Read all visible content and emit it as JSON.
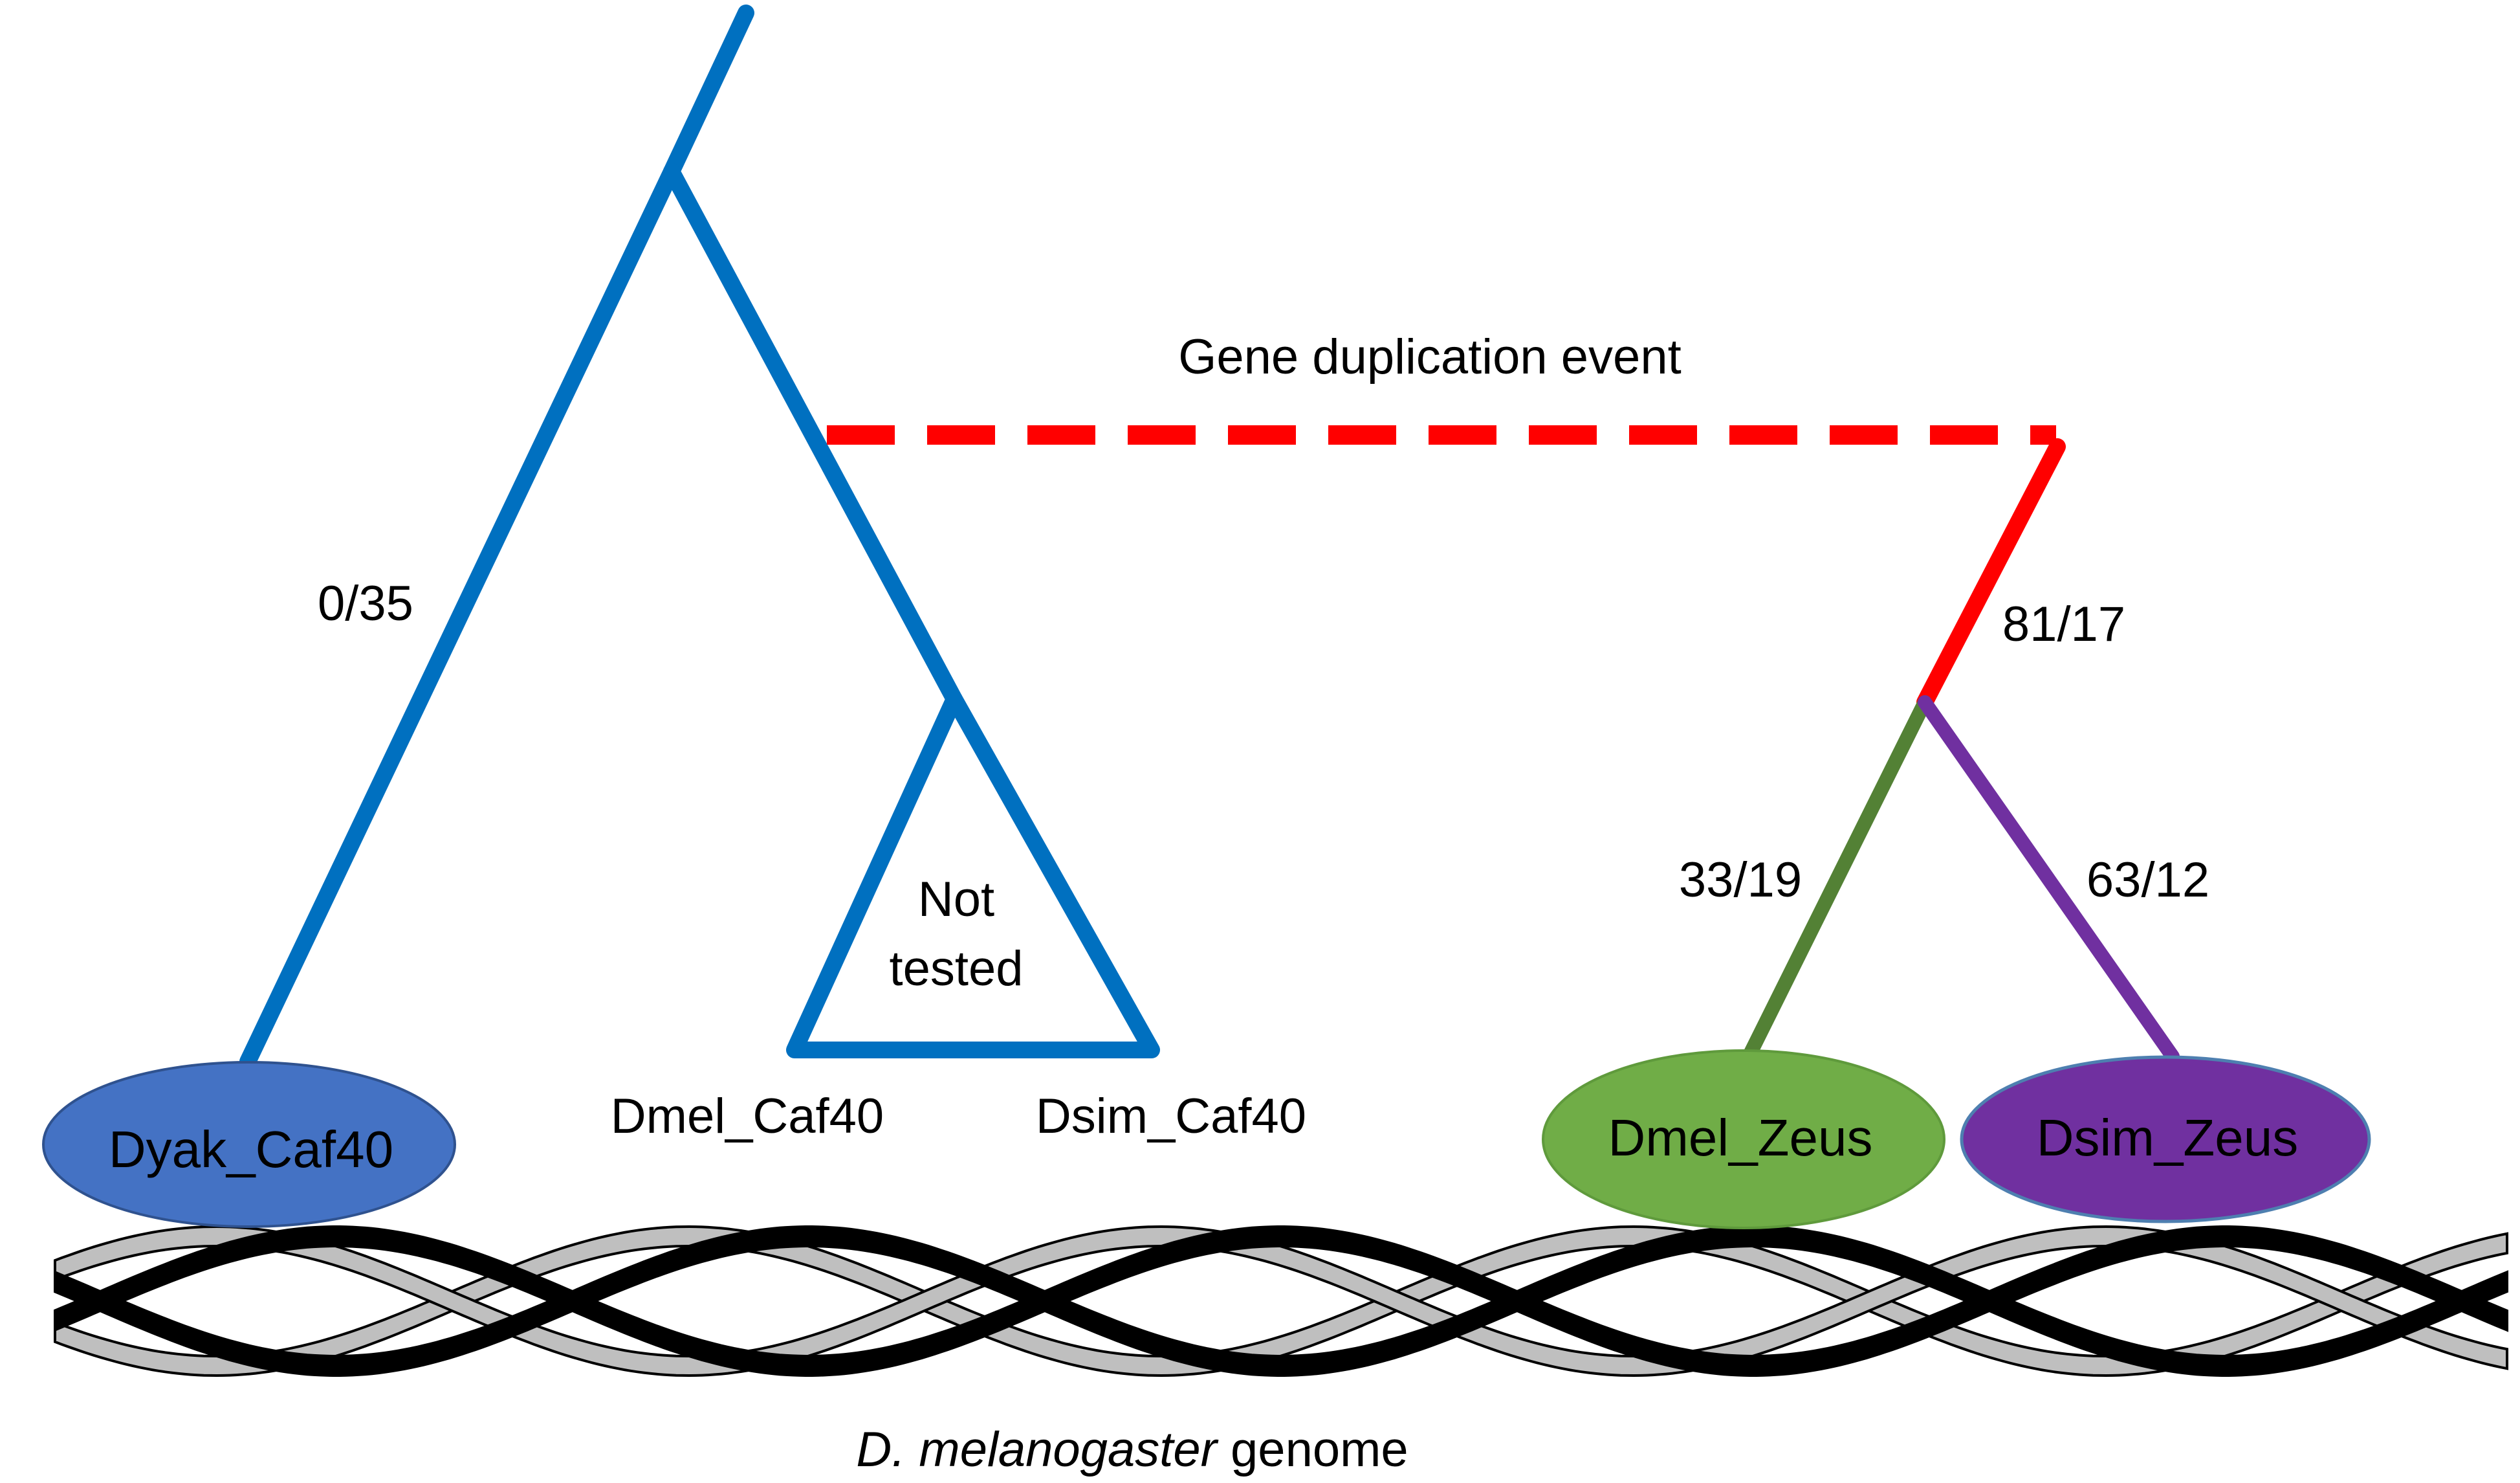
{
  "title_label": "Gene duplication event",
  "triangle_label_line1": "Not",
  "triangle_label_line2": "tested",
  "branch_labels": {
    "dyak": "0/35",
    "red": "81/17",
    "dmel_zeus": "33/19",
    "dsim_zeus": "63/12"
  },
  "nodes": {
    "dyak_caf40": "Dyak_Caf40",
    "dmel_caf40": "Dmel_Caf40",
    "dsim_caf40": "Dsim_Caf40",
    "dmel_zeus": "Dmel_Zeus",
    "dsim_zeus": "Dsim_Zeus"
  },
  "genome_label": {
    "species": "D. melanogaster",
    "suffix": " genome"
  },
  "colors": {
    "caf40_branch": "#0070c0",
    "duplication": "#ff0000",
    "dmel_zeus_branch": "#538135",
    "dsim_zeus_branch": "#7030a0",
    "dyak_fill": "#4472c4",
    "dmel_zeus_fill": "#70ad47",
    "dsim_zeus_fill": "#7030a0",
    "strand_dark": "#000000",
    "strand_light": "#bfbfbf"
  }
}
